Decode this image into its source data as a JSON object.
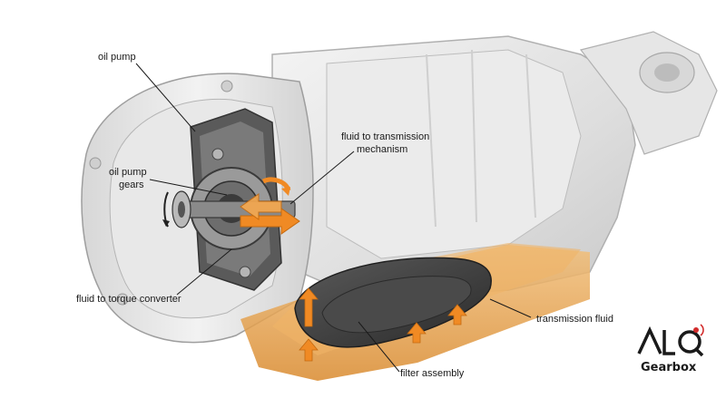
{
  "diagram": {
    "labels": {
      "oil_pump": "oil pump",
      "oil_pump_gears_1": "oil pump",
      "oil_pump_gears_2": "gears",
      "fluid_to_mechanism_1": "fluid to transmission",
      "fluid_to_mechanism_2": "mechanism",
      "fluid_to_torque_converter": "fluid to torque converter",
      "transmission_fluid": "transmission fluid",
      "filter_assembly": "filter assembly"
    },
    "colors": {
      "fluid": "#e9a24a",
      "arrow": "#f08a24",
      "casing": "#e4e4e4",
      "pump_body": "#4a4a4a",
      "filter": "#3c3c3c"
    }
  },
  "logo": {
    "mark": "ALQ",
    "name": "Gearbox",
    "accent": "#d22b2b"
  }
}
